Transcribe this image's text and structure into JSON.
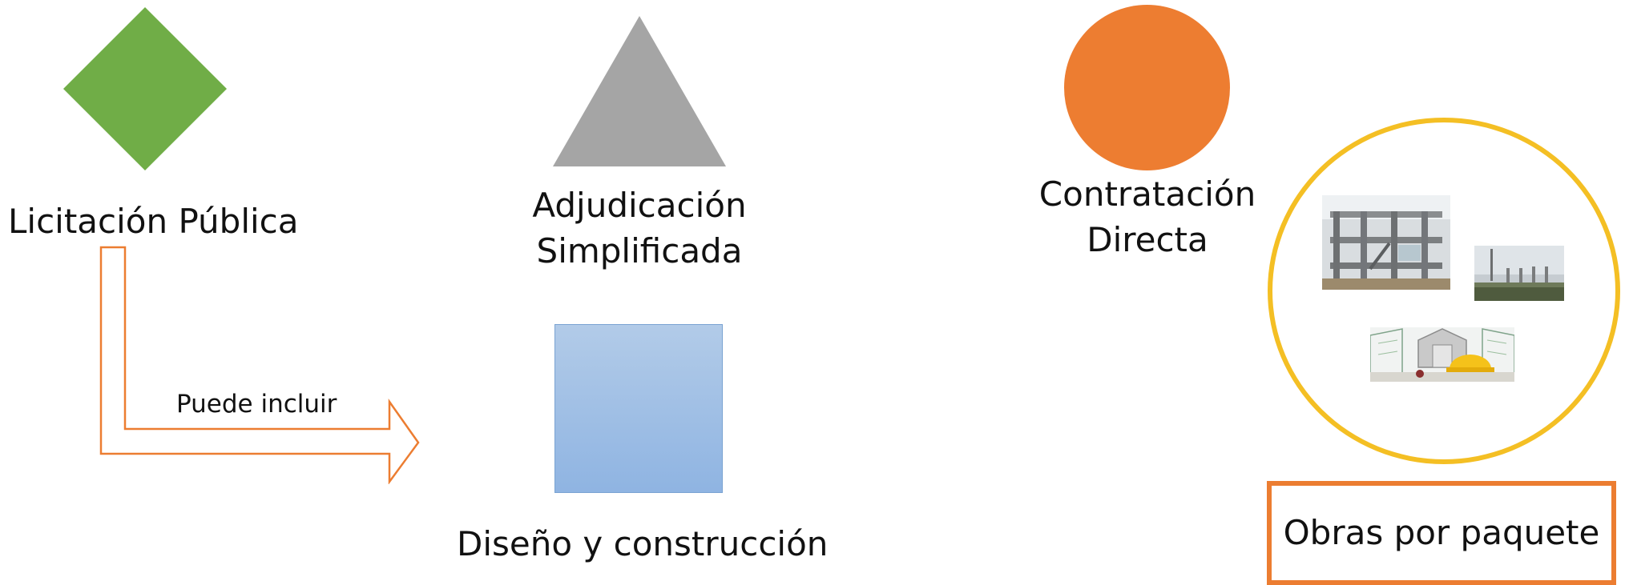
{
  "nodes": {
    "licitacion": {
      "label": "Licitación Pública",
      "color": "#70ad47",
      "shape": "diamond"
    },
    "adjudicacion": {
      "label_lines": [
        "Adjudicación",
        "Simplificada"
      ],
      "color": "#a5a5a5",
      "shape": "triangle"
    },
    "contratacion": {
      "label_lines": [
        "Contratación",
        "Directa"
      ],
      "color": "#ed7d31",
      "shape": "circle"
    },
    "diseno": {
      "label": "Diseño y construcción",
      "color_top": "#b2cbe8",
      "color_bottom": "#8fb4e2",
      "shape": "square"
    },
    "obras": {
      "label": "Obras por paquete",
      "ring_color": "#f4bf24",
      "box_color": "#ec7d31"
    }
  },
  "connector": {
    "label": "Puede incluir",
    "color": "#ec7d31",
    "from": "licitacion",
    "to": "diseno"
  },
  "photos": [
    "building-under-construction",
    "construction-site",
    "architecture-plans-with-hard-hat"
  ]
}
